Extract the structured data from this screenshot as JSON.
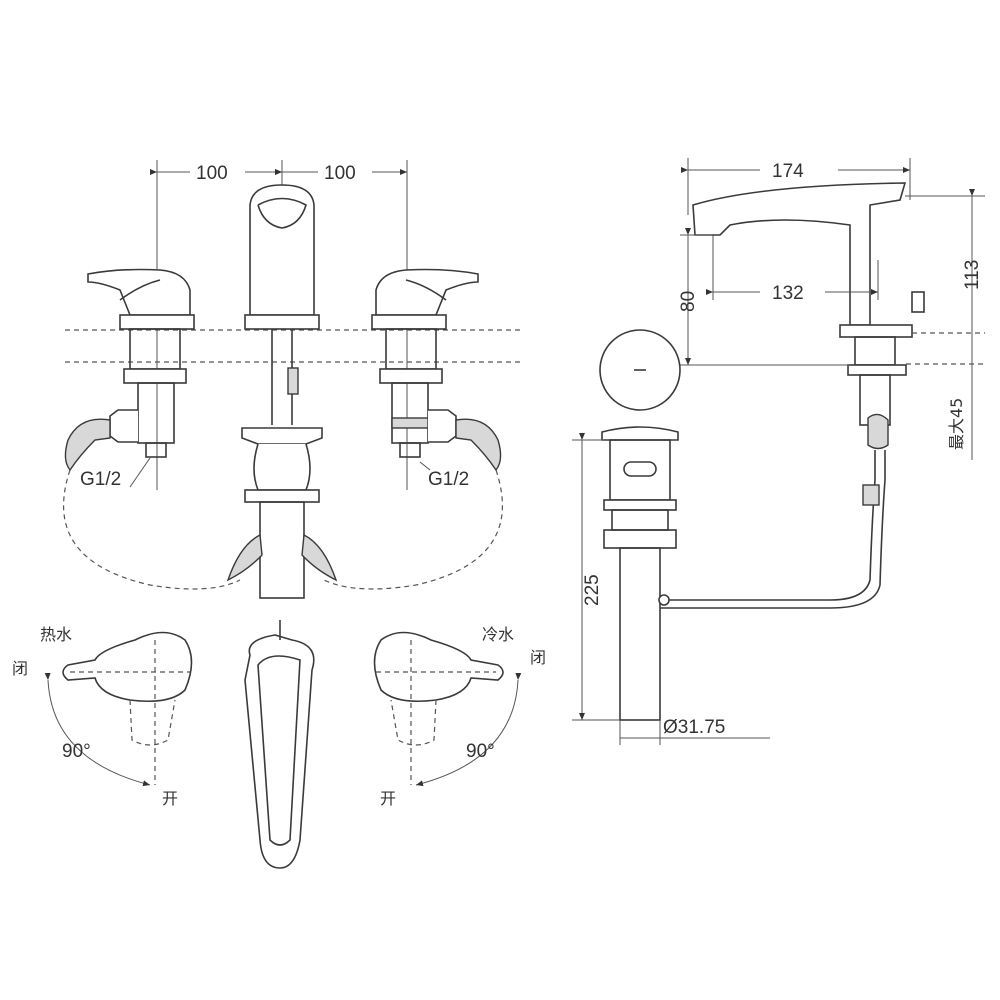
{
  "front_view": {
    "dim_left": "100",
    "dim_right": "100",
    "thread_left": "G1/2",
    "thread_right": "G1/2"
  },
  "side_view": {
    "dim_reach": "174",
    "dim_spout_to_center": "132",
    "dim_spout_height": "80",
    "dim_total_height": "113",
    "dim_max_deck": "最大45",
    "dim_drain_length": "225",
    "dim_drain_diameter": "Ø31.75"
  },
  "top_view": {
    "hot": {
      "label": "热水",
      "closed": "闭",
      "angle": "90°",
      "open": "开"
    },
    "cold": {
      "label": "冷水",
      "closed": "闭",
      "angle": "90°",
      "open": "开"
    }
  }
}
